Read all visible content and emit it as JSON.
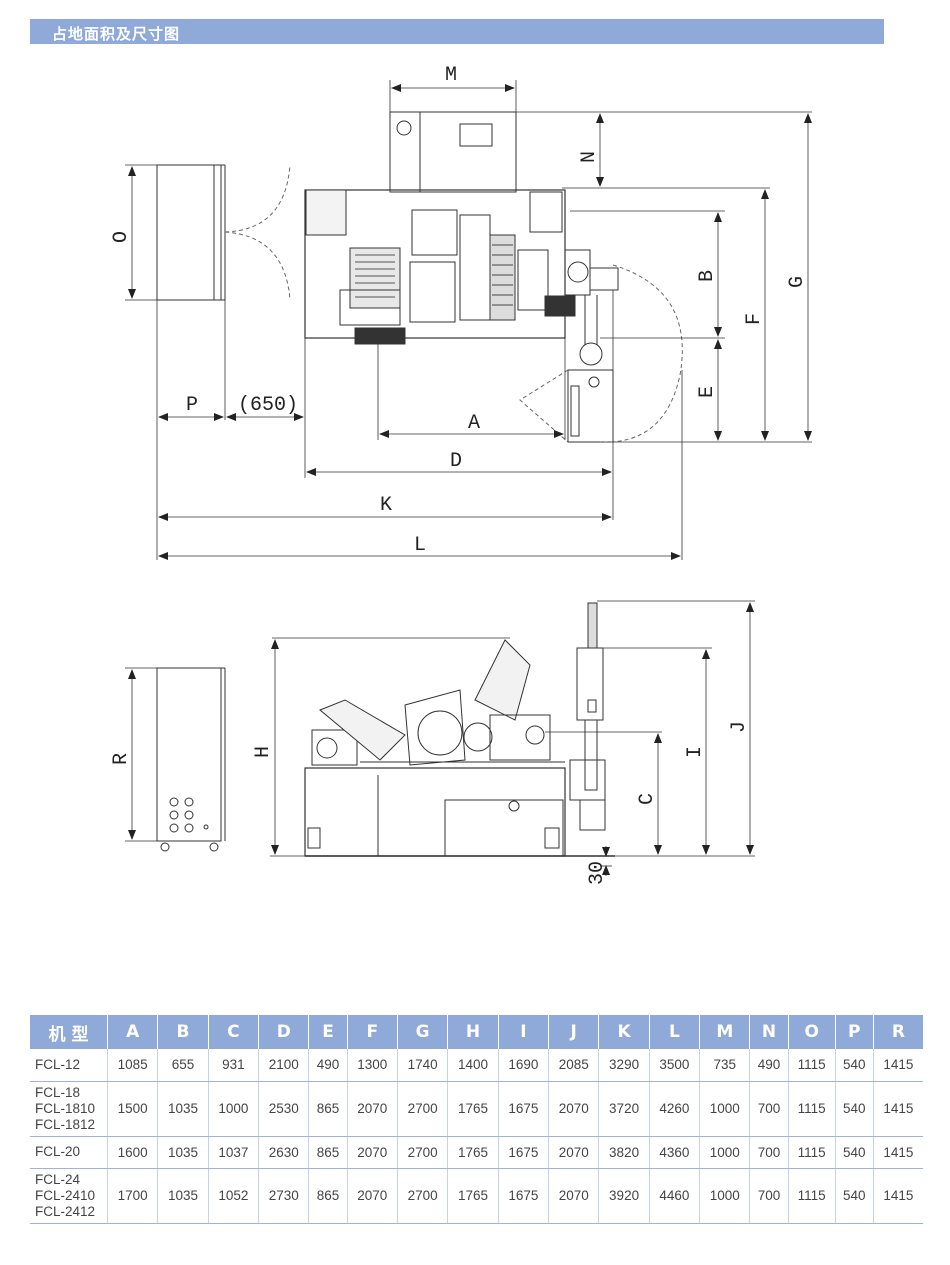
{
  "title": "占地面积及尺寸图",
  "labels": {
    "M": "M",
    "N": "N",
    "O": "O",
    "P": "P",
    "p650": "(650)",
    "A": "A",
    "B": "B",
    "D": "D",
    "E": "E",
    "F": "F",
    "G": "G",
    "K": "K",
    "L": "L",
    "R": "R",
    "H": "H",
    "I": "I",
    "J": "J",
    "C": "C",
    "d30": "30"
  },
  "table": {
    "headers": [
      "机 型",
      "A",
      "B",
      "C",
      "D",
      "E",
      "F",
      "G",
      "H",
      "I",
      "J",
      "K",
      "L",
      "M",
      "N",
      "O",
      "P",
      "R"
    ],
    "rows": [
      {
        "model": "FCL-12",
        "values": [
          "1085",
          "655",
          "931",
          "2100",
          "490",
          "1300",
          "1740",
          "1400",
          "1690",
          "2085",
          "3290",
          "3500",
          "735",
          "490",
          "1115",
          "540",
          "1415"
        ]
      },
      {
        "model": "FCL-18\nFCL-1810\nFCL-1812",
        "values": [
          "1500",
          "1035",
          "1000",
          "2530",
          "865",
          "2070",
          "2700",
          "1765",
          "1675",
          "2070",
          "3720",
          "4260",
          "1000",
          "700",
          "1115",
          "540",
          "1415"
        ]
      },
      {
        "model": "FCL-20",
        "values": [
          "1600",
          "1035",
          "1037",
          "2630",
          "865",
          "2070",
          "2700",
          "1765",
          "1675",
          "2070",
          "3820",
          "4360",
          "1000",
          "700",
          "1115",
          "540",
          "1415"
        ]
      },
      {
        "model": "FCL-24\nFCL-2410\nFCL-2412",
        "values": [
          "1700",
          "1035",
          "1052",
          "2730",
          "865",
          "2070",
          "2700",
          "1765",
          "1675",
          "2070",
          "3920",
          "4460",
          "1000",
          "700",
          "1115",
          "540",
          "1415"
        ]
      }
    ]
  }
}
